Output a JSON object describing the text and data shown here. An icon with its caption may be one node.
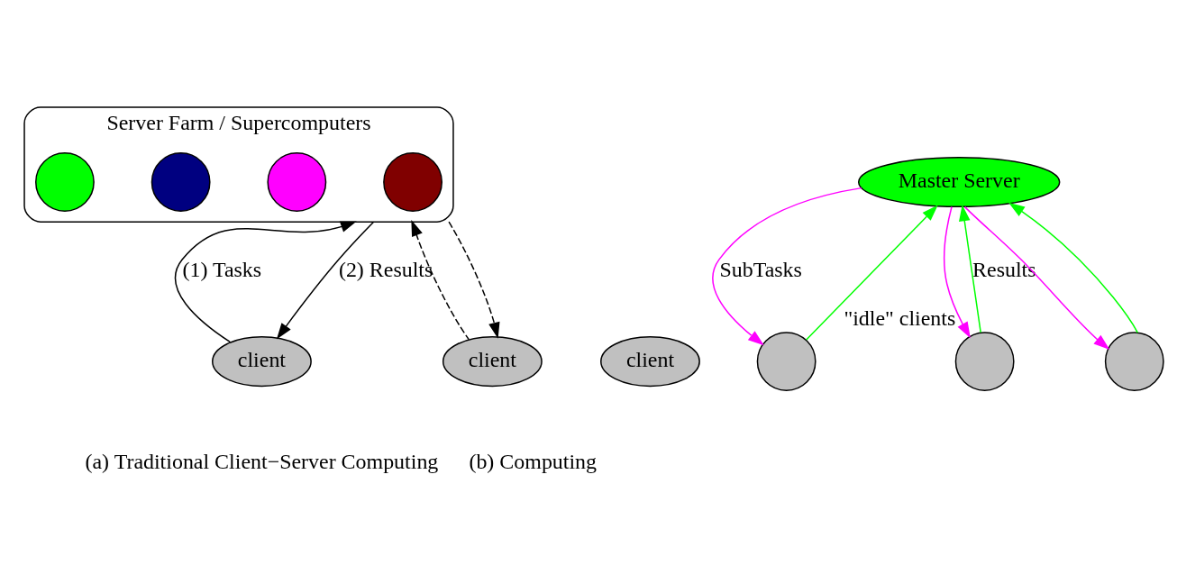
{
  "diagram": {
    "nodes": [
      {
        "text": [
          "Server Farm / Supercomputers"
        ]
      },
      {
        "text": [],
        "shape": "circle",
        "in": 0
      },
      {
        "text": [],
        "shape": "circle",
        "in": 0
      },
      {
        "text": [],
        "shape": "circle",
        "in": 0
      },
      {
        "text": [],
        "shape": "circle",
        "in": 0
      },
      {
        "text": [
          "client"
        ]
      },
      {
        "text": [
          "client"
        ]
      },
      {
        "text": [
          "client"
        ]
      },
      {
        "text": [
          "Master Server"
        ]
      },
      {
        "text": [],
        "shape": "circle"
      },
      {
        "text": [],
        "shape": "circle",
        "beside": [
          "\"idle\" clients"
        ]
      },
      {
        "text": [],
        "shape": "circle"
      }
    ],
    "edges": [
      {
        "from": 5,
        "to": 0,
        "arrow": "to",
        "label": "(1) Tasks"
      },
      {
        "from": 0,
        "to": 5,
        "arrow": "to",
        "label": "(2) Results"
      },
      {
        "from": 7,
        "to": 0,
        "arrow": "to",
        "style": "dashed"
      },
      {
        "from": 0,
        "to": 7,
        "arrow": "to",
        "style": "dashed"
      },
      {
        "from": 8,
        "to": 9,
        "arrow": "to",
        "label": "SubTasks",
        "color": "#ff00ff"
      },
      {
        "from": 8,
        "to": 10,
        "arrow": "to",
        "color": "#ff00ff"
      },
      {
        "from": 8,
        "to": 11,
        "arrow": "to",
        "color": "#ff00ff"
      },
      {
        "from": 9,
        "to": 8,
        "arrow": "to",
        "color": "#00ff00"
      },
      {
        "from": 10,
        "to": 8,
        "arrow": "to",
        "label": "Results",
        "color": "#00ff00"
      },
      {
        "from": 11,
        "to": 8,
        "arrow": "to",
        "color": "#00ff00"
      }
    ],
    "labels": [
      "(a) Traditional Client−Server Computing",
      "(b) Computing"
    ]
  }
}
